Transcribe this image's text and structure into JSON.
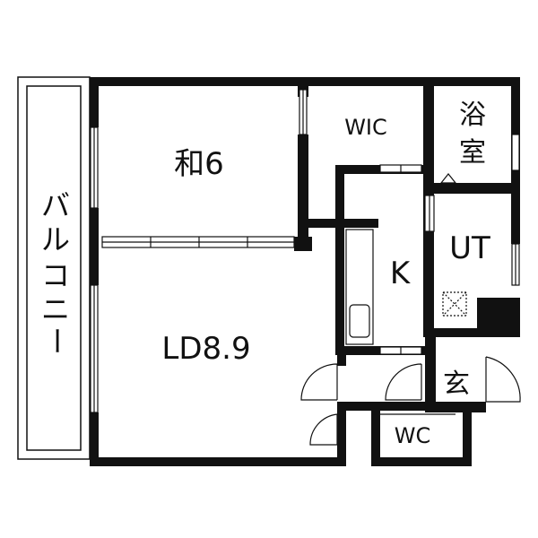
{
  "rooms": {
    "washitsu": "和6",
    "wic": "WIC",
    "bath_1": "浴",
    "bath_2": "室",
    "ut": "UT",
    "kitchen": "K",
    "ld": "LD8.9",
    "entrance": "玄",
    "wc": "WC"
  },
  "balcony": {
    "c1": "バ",
    "c2": "ル",
    "c3": "コ",
    "c4": "ニ",
    "c5": "ー"
  },
  "colors": {
    "wall": "#111111",
    "background": "#ffffff"
  }
}
